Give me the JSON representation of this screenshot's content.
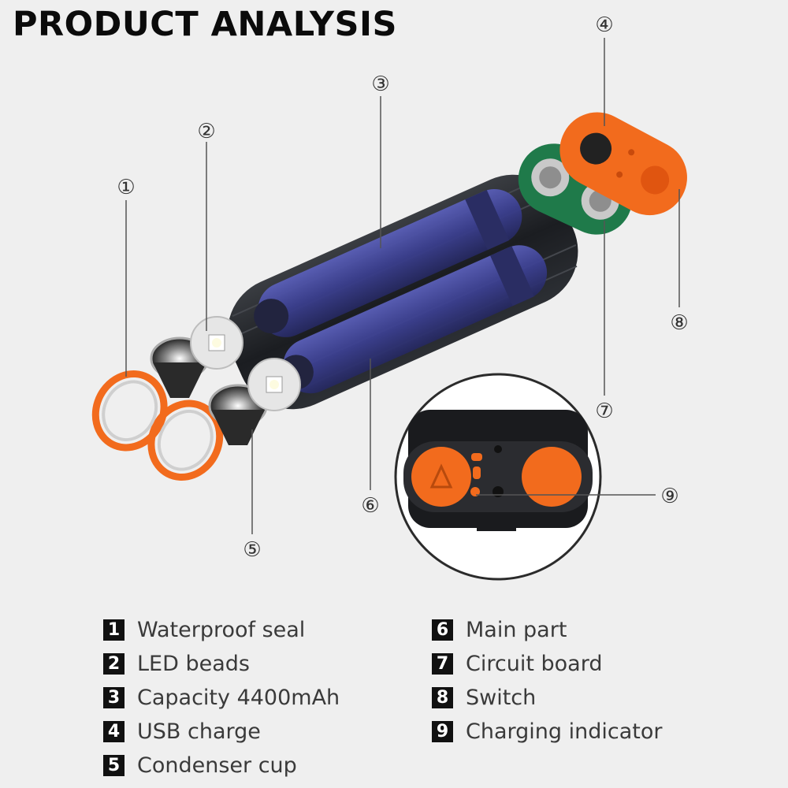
{
  "title": "PRODUCT ANALYSIS",
  "callouts": [
    {
      "label": "①"
    },
    {
      "label": "②"
    },
    {
      "label": "③"
    },
    {
      "label": "④"
    },
    {
      "label": "⑤"
    },
    {
      "label": "⑥"
    },
    {
      "label": "⑦"
    },
    {
      "label": "⑧"
    },
    {
      "label": "⑨"
    }
  ],
  "legend": {
    "left": [
      {
        "num": "1",
        "text": "Waterproof seal"
      },
      {
        "num": "2",
        "text": "LED beads"
      },
      {
        "num": "3",
        "text": "Capacity 4400mAh"
      },
      {
        "num": "4",
        "text": "USB charge"
      },
      {
        "num": "5",
        "text": "Condenser cup"
      }
    ],
    "right": [
      {
        "num": "6",
        "text": "Main part"
      },
      {
        "num": "7",
        "text": "Circuit board"
      },
      {
        "num": "8",
        "text": "Switch"
      },
      {
        "num": "9",
        "text": "Charging indicator"
      }
    ]
  },
  "colors": {
    "accent_orange": "#f26b1d",
    "housing": "#1e2024",
    "battery_blue": "#3b3f8f",
    "pcb_green": "#1f7a4a"
  }
}
